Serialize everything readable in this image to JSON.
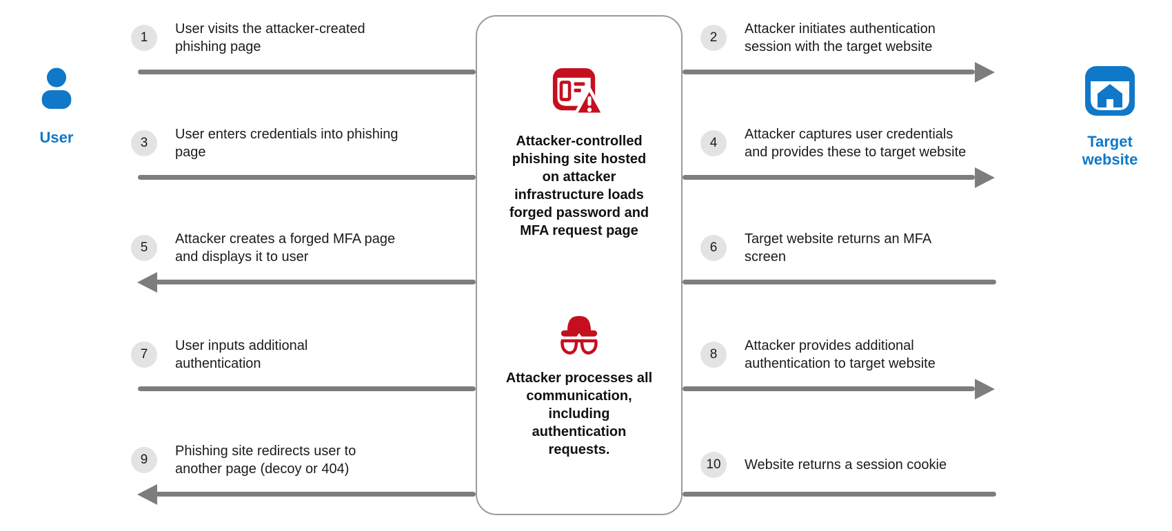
{
  "palette": {
    "accent_blue": "#0f78c8",
    "alert_red": "#c50f1f",
    "arrow_gray": "#7d7d7d",
    "step_circle_gray": "#e3e3e3",
    "text_dark": "#1b1b1b",
    "box_border_gray": "#9b9b9b"
  },
  "actors": {
    "user": {
      "label": "User",
      "icon": "person-icon"
    },
    "target_website": {
      "label": [
        "Target",
        "website"
      ],
      "icon": "website-home-icon"
    }
  },
  "center_box": {
    "phishing_site": {
      "icon": "phishing-page-warning-icon",
      "text": [
        "Attacker-controlled",
        "phishing site hosted",
        "on attacker",
        "infrastructure loads",
        "forged password and",
        "MFA request page"
      ]
    },
    "attacker": {
      "icon": "attacker-spy-icon",
      "text": [
        "Attacker processes all",
        "communication,",
        "including",
        "authentication",
        "requests."
      ]
    }
  },
  "steps": [
    {
      "number": "1",
      "side": "left",
      "lines": [
        "User visits the attacker-created",
        "phishing page"
      ]
    },
    {
      "number": "2",
      "side": "right",
      "lines": [
        "Attacker initiates authentication",
        "session with the target website"
      ]
    },
    {
      "number": "3",
      "side": "left",
      "lines": [
        "User enters credentials into phishing",
        "page"
      ]
    },
    {
      "number": "4",
      "side": "right",
      "lines": [
        "Attacker captures user credentials",
        "and provides these to target website"
      ]
    },
    {
      "number": "5",
      "side": "left",
      "lines": [
        "Attacker creates a forged MFA page",
        "and displays it to user"
      ]
    },
    {
      "number": "6",
      "side": "right",
      "lines": [
        "Target website returns an MFA",
        "screen"
      ]
    },
    {
      "number": "7",
      "side": "left",
      "lines": [
        "User inputs additional",
        "authentication"
      ]
    },
    {
      "number": "8",
      "side": "right",
      "lines": [
        "Attacker provides additional",
        "authentication to target website"
      ]
    },
    {
      "number": "9",
      "side": "left",
      "lines": [
        "Phishing site redirects user to",
        "another page (decoy or 404)"
      ]
    },
    {
      "number": "10",
      "side": "right",
      "lines": [
        "Website returns a session cookie"
      ]
    }
  ],
  "arrows": [
    {
      "row": 1,
      "step_numbers": [
        "1",
        "2"
      ],
      "direction": "right"
    },
    {
      "row": 2,
      "step_numbers": [
        "3",
        "4"
      ],
      "direction": "right"
    },
    {
      "row": 3,
      "step_numbers": [
        "5",
        "6"
      ],
      "direction": "left"
    },
    {
      "row": 4,
      "step_numbers": [
        "7",
        "8"
      ],
      "direction": "right"
    },
    {
      "row": 5,
      "step_numbers": [
        "9",
        "10"
      ],
      "direction": "left"
    }
  ]
}
